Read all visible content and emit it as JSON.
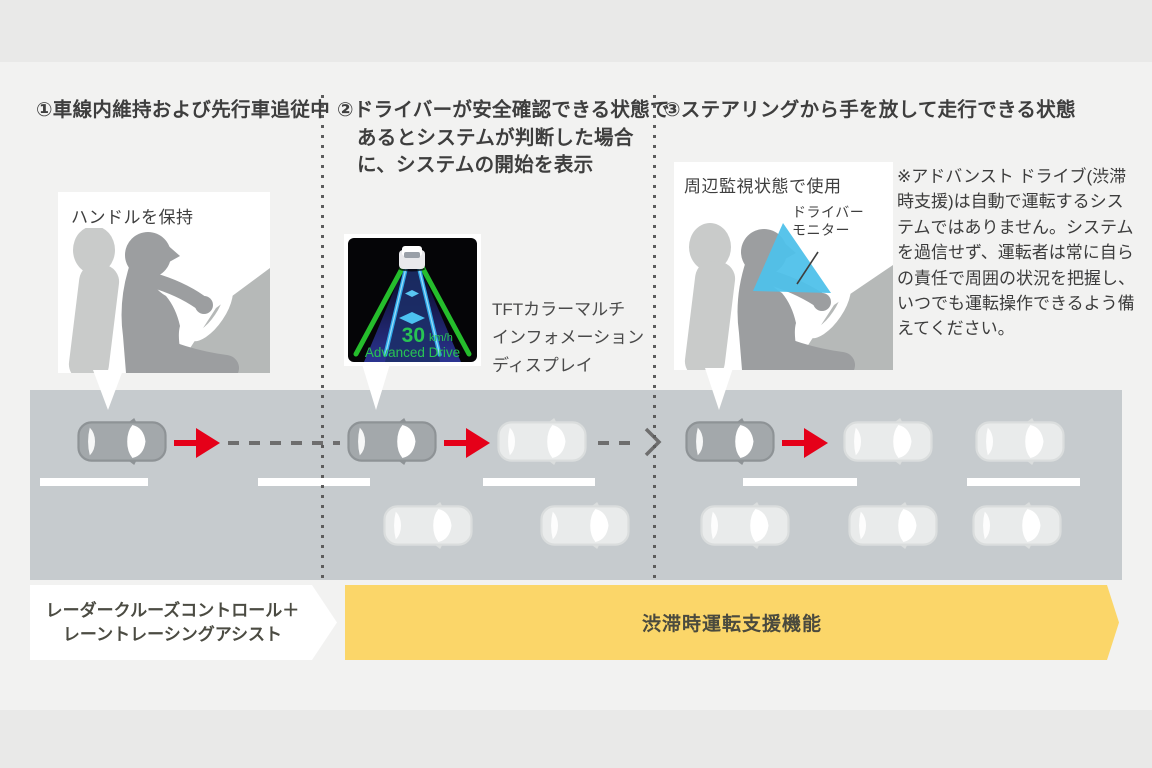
{
  "colors": {
    "accent_red": "#e50019",
    "banner_yellow": "#fbd669",
    "monitor_blue": "#4fc1ea",
    "road_gray": "#c6cbce",
    "screen_green": "#28c454"
  },
  "steps": [
    {
      "title": "①車線内維持および先行車追従中",
      "callout": "ハンドルを保持"
    },
    {
      "title": "②ドライバーが安全確認できる状態であるとシステムが判断した場合に、システムの開始を表示",
      "display_label_lines": [
        "TFTカラーマルチ",
        "インフォメーション",
        "ディスプレイ"
      ],
      "screen": {
        "speed": "30",
        "speed_unit": "km/h",
        "mode": "Advanced Drive"
      }
    },
    {
      "title": "③ステアリングから手を放して走行できる状態",
      "callout": "周辺監視状態で使用",
      "monitor_label_lines": [
        "ドライバー",
        "モニター"
      ]
    }
  ],
  "note": "※アドバンスト ドライブ(渋滞時支援)は自動で運転するシステムではありません。システムを過信せず、運転者は常に自らの責任で周囲の状況を把握し、いつでも運転操作できるよう備えてください。",
  "banners": {
    "left_lines": [
      "レーダークルーズコントロール＋",
      "レーントレーシングアシスト"
    ],
    "right": "渋滞時運転支援機能"
  }
}
